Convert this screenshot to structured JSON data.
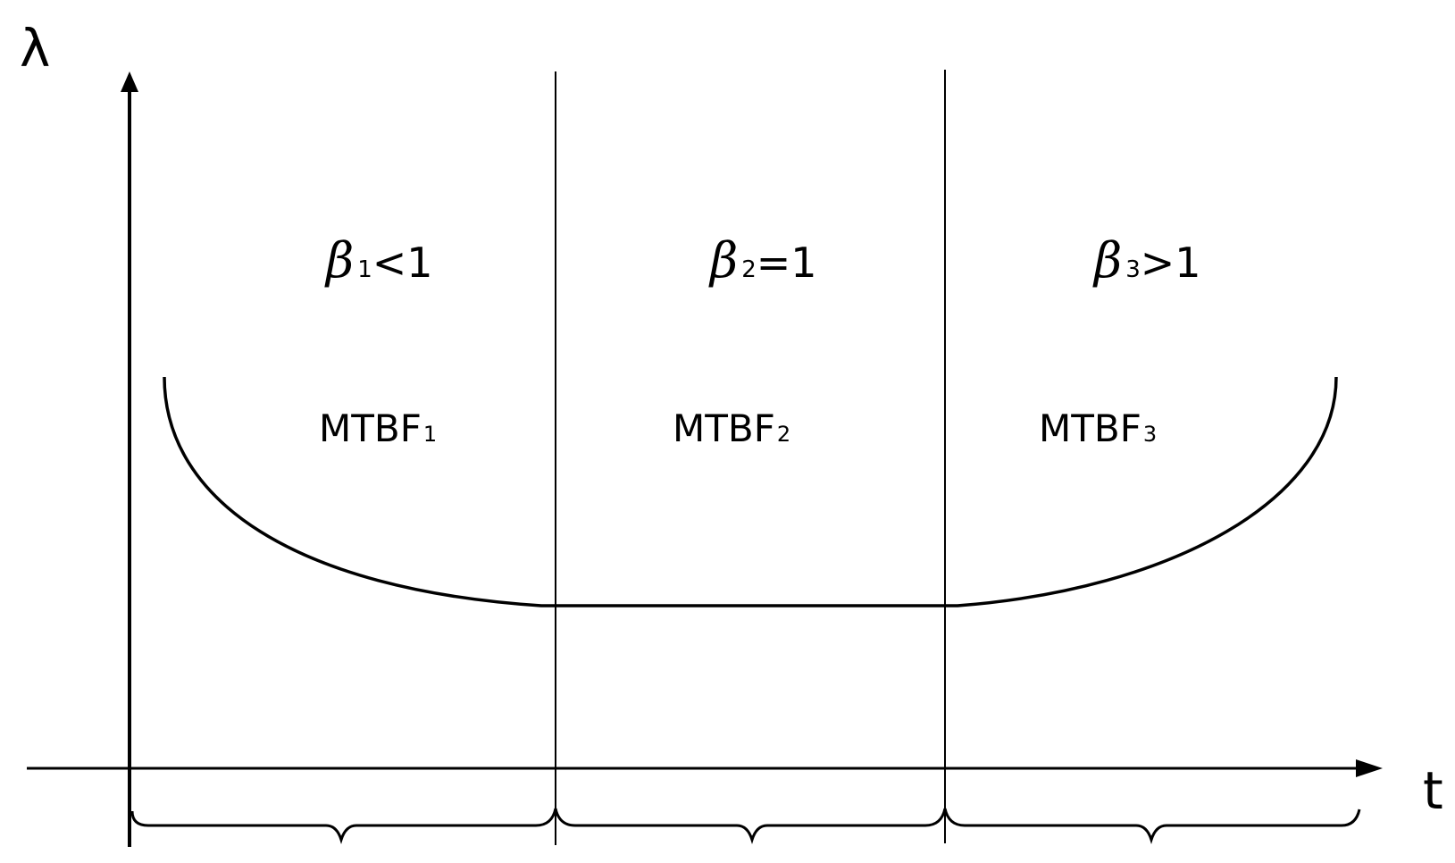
{
  "axes": {
    "y_label": "λ",
    "x_label": "t"
  },
  "regions": [
    {
      "beta_symbol": "β",
      "beta_sub": "1",
      "beta_rel": "<1",
      "mtbf": "MTBF",
      "mtbf_sub": "1"
    },
    {
      "beta_symbol": "β",
      "beta_sub": "2",
      "beta_rel": "=1",
      "mtbf": "MTBF",
      "mtbf_sub": "2"
    },
    {
      "beta_symbol": "β",
      "beta_sub": "3",
      "beta_rel": ">1",
      "mtbf": "MTBF",
      "mtbf_sub": "3"
    }
  ],
  "colors": {
    "line": "#000000",
    "background": "#ffffff"
  }
}
